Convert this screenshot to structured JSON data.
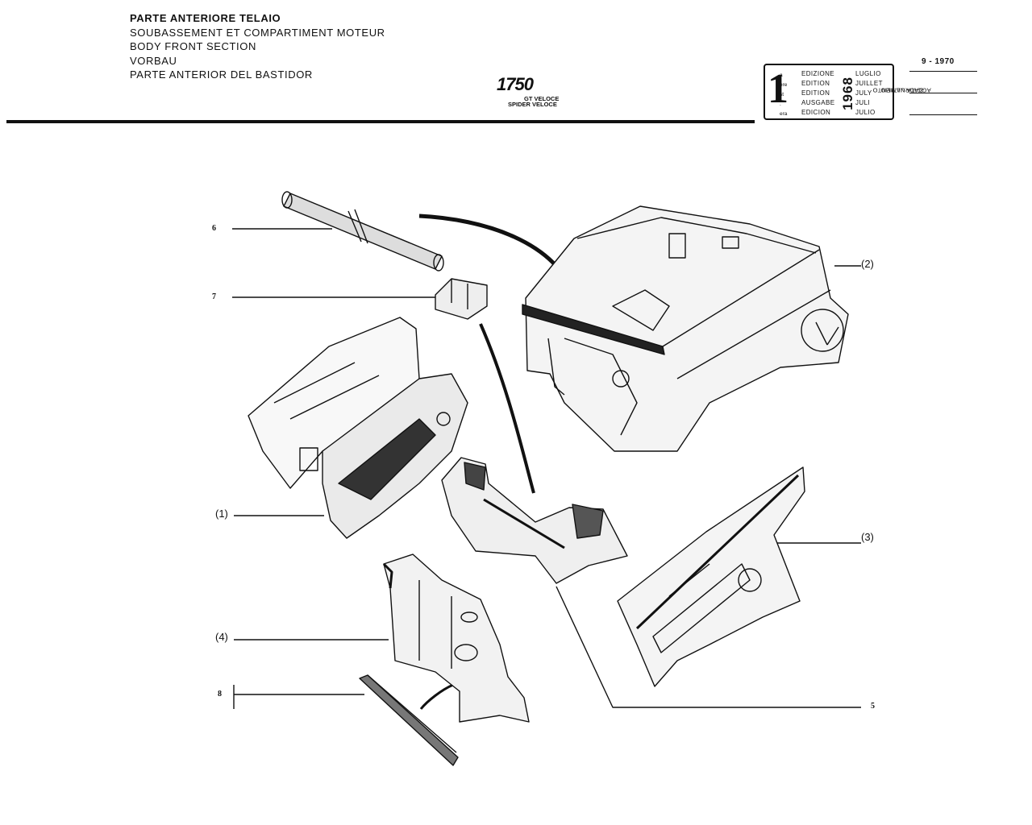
{
  "header": {
    "titles": [
      "PARTE ANTERIORE TELAIO",
      "SOUBASSEMENT ET COMPARTIMENT MOTEUR",
      "BODY FRONT SECTION",
      "VORBAU",
      "PARTE ANTERIOR DEL BASTIDOR"
    ],
    "model": {
      "number": "1750",
      "variant_1": "GT VELOCE",
      "variant_2": "SPIDER VELOCE"
    }
  },
  "edition_box": {
    "numeral": "1",
    "ordinals": [
      "a",
      "ere",
      "st",
      ".",
      "era"
    ],
    "words": [
      "EDIZIONE",
      "EDITION",
      "EDITION",
      "AUSGABE",
      "EDICION"
    ],
    "year": "1968",
    "months": [
      "LUGLIO",
      "JUILLET",
      "JULY",
      "JULI",
      "JULIO"
    ]
  },
  "update": {
    "label_line1": "DATA ULTIMO",
    "label_line2": "AGGIORNAMENTO",
    "date": "9 - 1970"
  },
  "callouts": {
    "c1": "(1)",
    "c2": "(2)",
    "c3": "(3)",
    "c4": "(4)",
    "c5": "5",
    "c6": "6",
    "c7": "7",
    "c8": "8"
  }
}
